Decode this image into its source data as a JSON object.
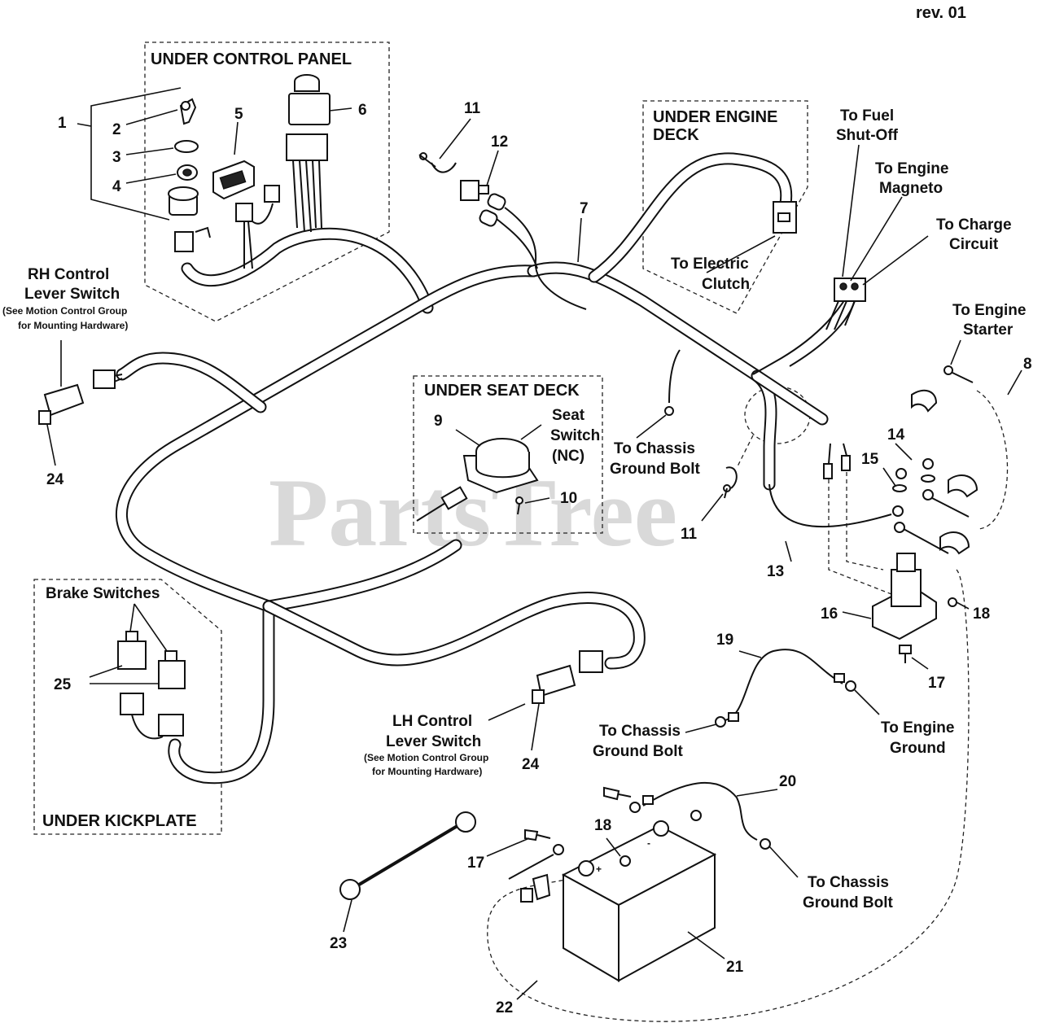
{
  "revision": "rev. 01",
  "watermark": "PartsTree",
  "zones": {
    "under_control_panel": "UNDER CONTROL PANEL",
    "under_engine_deck_line1": "UNDER ENGINE",
    "under_engine_deck_line2": "DECK",
    "under_seat_deck": "UNDER SEAT DECK",
    "under_kickplate": "UNDER KICKPLATE"
  },
  "callouts": {
    "n1": "1",
    "n2": "2",
    "n3": "3",
    "n4": "4",
    "n5": "5",
    "n6": "6",
    "n7": "7",
    "n8": "8",
    "n9": "9",
    "n10": "10",
    "n11a": "11",
    "n11b": "11",
    "n12": "12",
    "n13": "13",
    "n14": "14",
    "n15": "15",
    "n16": "16",
    "n17a": "17",
    "n17b": "17",
    "n18a": "18",
    "n18b": "18",
    "n19": "19",
    "n20": "20",
    "n21": "21",
    "n22": "22",
    "n23": "23",
    "n24a": "24",
    "n24b": "24",
    "n25": "25"
  },
  "labels": {
    "rh_switch_1": "RH Control",
    "rh_switch_2": "Lever Switch",
    "rh_note_1": "(See Motion Control Group",
    "rh_note_2": "for Mounting Hardware)",
    "lh_switch_1": "LH Control",
    "lh_switch_2": "Lever Switch",
    "lh_note_1": "(See Motion Control Group",
    "lh_note_2": "for Mounting Hardware)",
    "brake_switches": "Brake Switches",
    "seat_switch_1": "Seat",
    "seat_switch_2": "Switch",
    "seat_switch_3": "(NC)",
    "electric_clutch_1": "To Electric",
    "electric_clutch_2": "Clutch",
    "fuel_1": "To Fuel",
    "fuel_2": "Shut-Off",
    "magneto_1": "To Engine",
    "magneto_2": "Magneto",
    "charge_1": "To Charge",
    "charge_2": "Circuit",
    "starter_1": "To Engine",
    "starter_2": "Starter",
    "chassis_a_1": "To Chassis",
    "chassis_a_2": "Ground Bolt",
    "chassis_b_1": "To Chassis",
    "chassis_b_2": "Ground Bolt",
    "chassis_c_1": "To Chassis",
    "chassis_c_2": "Ground Bolt",
    "engine_ground_1": "To Engine",
    "engine_ground_2": "Ground"
  }
}
